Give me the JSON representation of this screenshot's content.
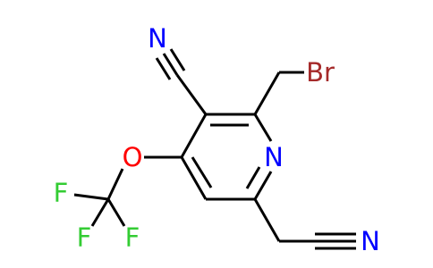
{
  "colors": {
    "bond": "#000000",
    "nitrogen": "#0000ff",
    "oxygen": "#ff0000",
    "fluorine": "#33cc33",
    "bromine": "#a52a2a"
  },
  "atoms": {
    "nitrile_n_top": "N",
    "bromine": "Br",
    "ring_n": "N",
    "oxygen": "O",
    "fluorine_left": "F",
    "fluorine_bottom_left": "F",
    "fluorine_bottom_right": "F",
    "nitrile_n_right": "N"
  }
}
